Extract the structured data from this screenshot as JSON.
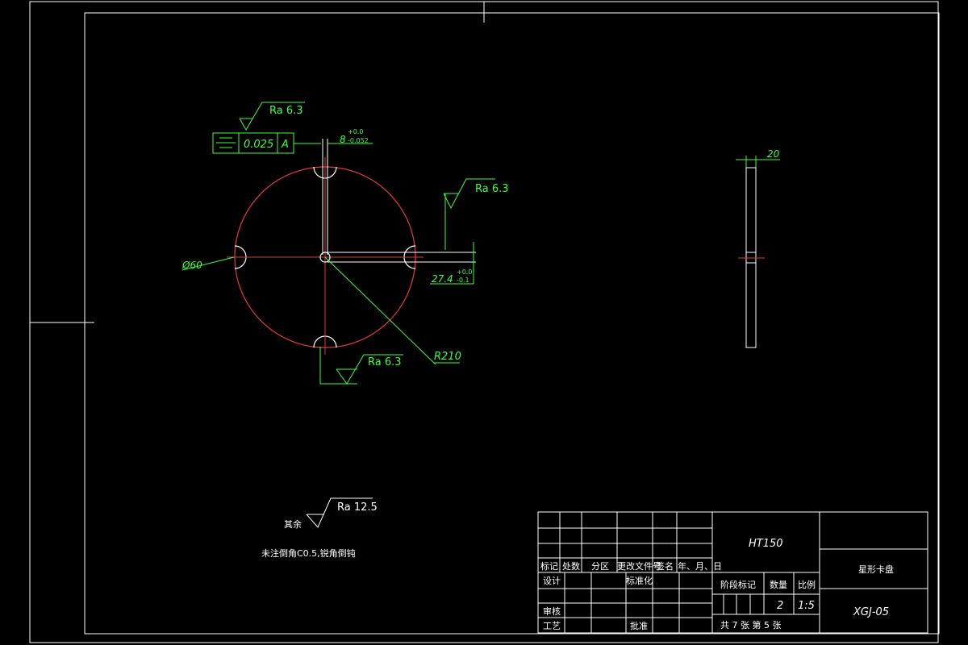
{
  "annotations": {
    "ra_top": "Ra 6.3",
    "ra_right": "Ra 6.3",
    "ra_bottom": "Ra 6.3",
    "ra_rest": "Ra 12.5",
    "rest_label": "其余",
    "tolerance_value": "0.025",
    "tolerance_datum": "A",
    "slot_width": "8",
    "slot_tol_upper": "+0.0",
    "slot_tol_lower": "-0.052",
    "diameter": "Ø60",
    "offset_dim": "27.4",
    "offset_tol_upper": "+0.0",
    "offset_tol_lower": "-0.1",
    "radius": "R210",
    "thickness": "20",
    "note": "未注倒角C0.5,锐角倒钝"
  },
  "title_block": {
    "material": "HT150",
    "part_name": "星形卡盘",
    "drawing_no": "XGJ-05",
    "h_mark": "标记",
    "h_count": "处数",
    "h_zone": "分区",
    "h_doc": "更改文件号",
    "h_sign": "签名",
    "h_date": "年、月、日",
    "design": "设计",
    "standard": "标准化",
    "review": "审核",
    "process": "工艺",
    "approve": "批准",
    "stage": "阶段标记",
    "weight": "数量",
    "scale": "比例",
    "weight_val": "2",
    "scale_val": "1:5",
    "sheets": "共 7 张  第 5 张"
  }
}
